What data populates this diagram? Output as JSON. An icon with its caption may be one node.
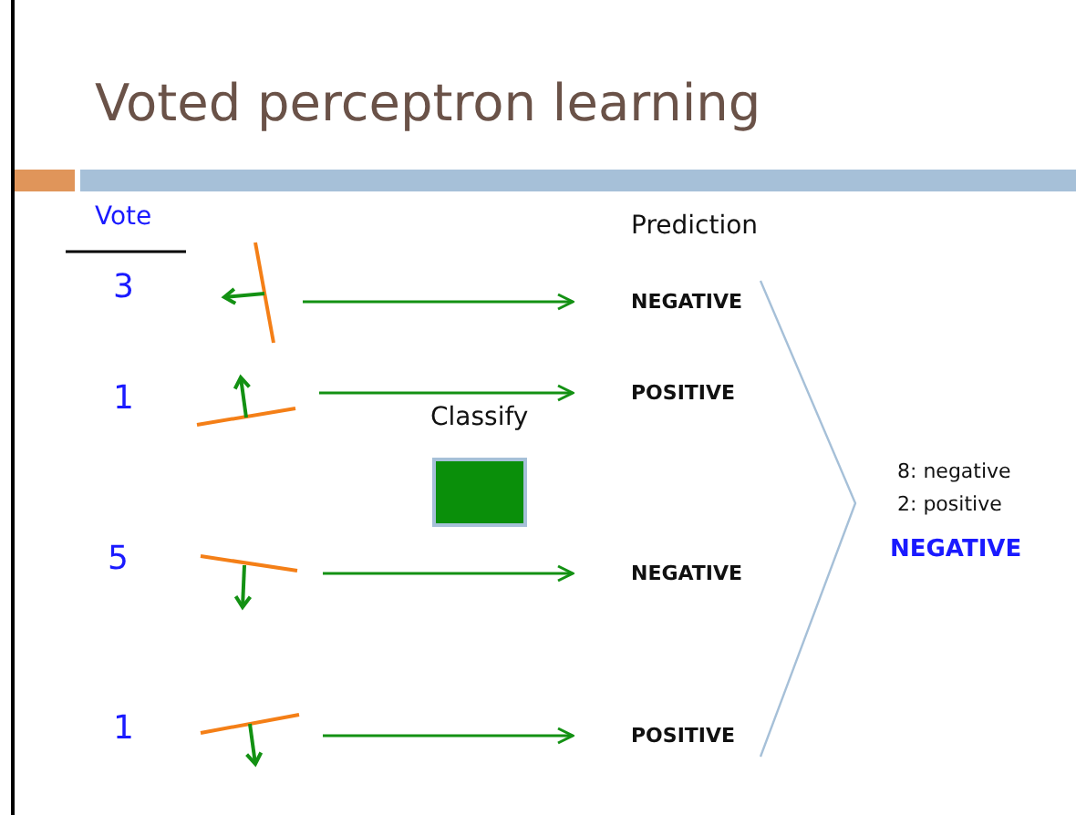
{
  "diagram": {
    "title": "Voted perceptron learning",
    "nodes": [
      {
        "text": [],
        "shape": "picture"
      },
      {
        "text": [],
        "shape": "picture"
      },
      {
        "text": [],
        "shape": "picture"
      },
      {
        "text": [],
        "shape": "picture"
      },
      {
        "text": [
          "NEGATIVE"
        ]
      },
      {
        "text": [
          "POSITIVE"
        ]
      },
      {
        "text": [
          "NEGATIVE"
        ]
      },
      {
        "text": [
          "POSITIVE"
        ]
      },
      {
        "text": [
          "Classify"
        ]
      },
      {
        "text": [
          "8: negative",
          "2: positive",
          "NEGATIVE"
        ]
      }
    ],
    "edges": [
      {
        "from": 0,
        "to": 4,
        "arrow": "to"
      },
      {
        "from": 1,
        "to": 5,
        "arrow": "to"
      },
      {
        "from": 2,
        "to": 6,
        "arrow": "to"
      },
      {
        "from": 3,
        "to": 7,
        "arrow": "to"
      }
    ],
    "labels": [
      "Vote",
      "Prediction",
      "3",
      "1",
      "5",
      "1"
    ]
  }
}
